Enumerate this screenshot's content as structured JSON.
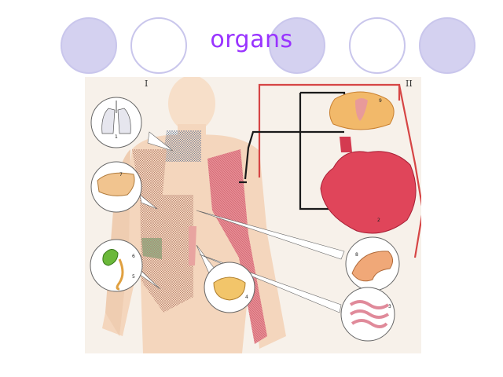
{
  "slide": {
    "title": "organs",
    "accent_color": "#9933ff"
  },
  "figure": {
    "section_labels": [
      "I",
      "II"
    ],
    "callouts": [
      {
        "number": "1",
        "organ": "lungs-icon"
      },
      {
        "number": "7",
        "organ": "liver-icon"
      },
      {
        "number": "6",
        "organ": "gallbladder-icon"
      },
      {
        "number": "5",
        "organ": "duct-icon"
      },
      {
        "number": "4",
        "organ": "bladder-icon"
      },
      {
        "number": "8",
        "organ": "stomach-icon"
      },
      {
        "number": "3",
        "organ": "intestine-icon"
      },
      {
        "number": "9",
        "organ": "spinal-cord-icon"
      },
      {
        "number": "2",
        "organ": "heart-icon"
      }
    ],
    "colors": {
      "skin": "#f7dfc9",
      "zone_red": "#e4707a",
      "heart": "#e0455a",
      "nerve_path": "#d64545"
    }
  }
}
